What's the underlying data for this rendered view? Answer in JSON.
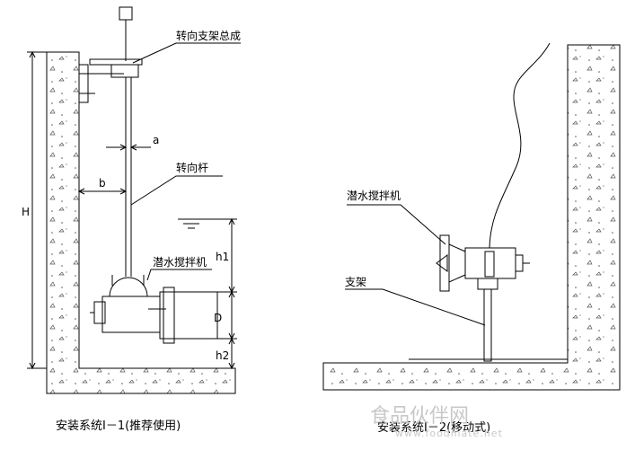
{
  "left_diagram": {
    "labels": {
      "swivel_bracket_assembly": "转向支架总成",
      "swivel_rod": "转向杆",
      "submersible_mixer": "潜水搅拌机"
    },
    "dimensions": {
      "height": "H",
      "offset_a": "a",
      "offset_b": "b",
      "depth_h1": "h1",
      "diameter": "D",
      "clearance_h2": "h2"
    },
    "caption": "安装系统Ⅰ－1(推荐使用)"
  },
  "right_diagram": {
    "labels": {
      "submersible_mixer": "潜水搅拌机",
      "support": "支架"
    },
    "caption": "安装系统Ⅰ－2(移动式)"
  },
  "watermark": {
    "text": "食品伙伴网",
    "url": "www.foodmate.net"
  }
}
